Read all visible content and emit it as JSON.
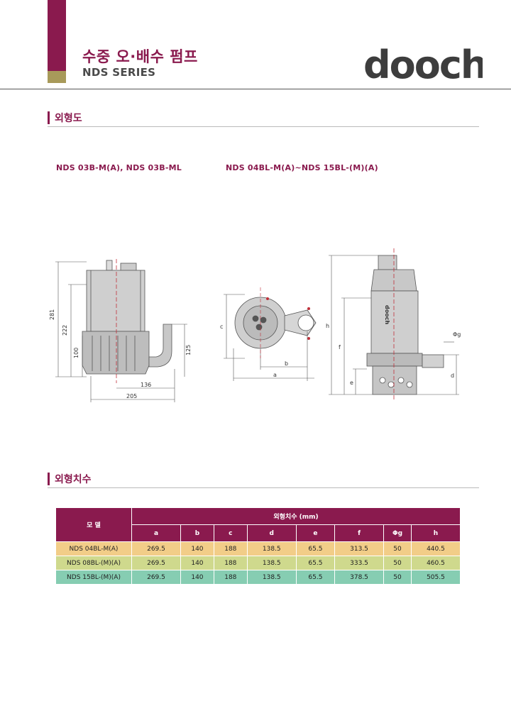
{
  "header": {
    "title_ko": "수중 오·배수 펌프",
    "title_en": "NDS SERIES",
    "logo_text": "dooch"
  },
  "sections": {
    "outline": "외형도",
    "dimensions": "외형치수"
  },
  "drawings": {
    "left_model": "NDS 03B-M(A), NDS 03B-ML",
    "right_model": "NDS 04BL-M(A)~NDS 15BL-(M)(A)",
    "left_dims": [
      "281",
      "222",
      "100",
      "125",
      "136",
      "205"
    ],
    "right_top_dims": [
      "c",
      "b",
      "a"
    ],
    "right_side_dims": [
      "h",
      "f",
      "e",
      "d",
      "Φg"
    ],
    "body_logo": "dooch"
  },
  "table": {
    "model_header": "모  델",
    "dims_header": "외형치수 (mm)",
    "columns": [
      "a",
      "b",
      "c",
      "d",
      "e",
      "f",
      "Φg",
      "h"
    ],
    "rows": [
      {
        "model": "NDS 04BL-M(A)",
        "values": [
          "269.5",
          "140",
          "188",
          "138.5",
          "65.5",
          "313.5",
          "50",
          "440.5"
        ]
      },
      {
        "model": "NDS 08BL-(M)(A)",
        "values": [
          "269.5",
          "140",
          "188",
          "138.5",
          "65.5",
          "333.5",
          "50",
          "460.5"
        ]
      },
      {
        "model": "NDS 15BL-(M)(A)",
        "values": [
          "269.5",
          "140",
          "188",
          "138.5",
          "65.5",
          "378.5",
          "50",
          "505.5"
        ]
      }
    ]
  },
  "colors": {
    "brand": "#8a1a4e",
    "gold": "#a89a5a",
    "row_1": "#f2cd88",
    "row_2": "#cfd98d",
    "row_3": "#86cdb2"
  }
}
